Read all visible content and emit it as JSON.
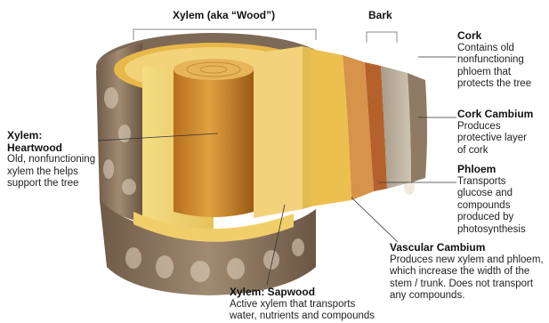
{
  "labels": {
    "xylem_wood": {
      "title": "Xylem (aka “Wood”)"
    },
    "bark": {
      "title": "Bark"
    },
    "cork": {
      "title": "Cork",
      "text": "Contains old\nnonfunctioning\nphloem that\nprotects the tree"
    },
    "cork_cambium": {
      "title": "Cork Cambium",
      "text": "Produces\nprotective layer\nof cork"
    },
    "phloem": {
      "title": "Phloem",
      "text": "Transports\nglucose and\ncompounds\nproduced by\nphotosynthesis"
    },
    "heartwood": {
      "title": "Xylem:\nHeartwood",
      "text": "Old, nonfunctioning\nxylem the helps\nsupport the tree"
    },
    "vascular_cambium": {
      "title": "Vascular Cambium",
      "text": "Produces new xylem and phloem,\nwhich increase the width of the\nstem / trunk.  Does not transport\nany compounds."
    },
    "sapwood": {
      "title": "Xylem: Sapwood",
      "text": "Active xylem that transports\nwater, nutrients and compounds"
    }
  },
  "colors": {
    "bark_outer": "#8a7560",
    "bark_light": "#c9b8a0",
    "cork": "#b9ad9a",
    "cork_cambium": "#b5652f",
    "phloem": "#d9a05a",
    "vascular_cambium": "#e7c24f",
    "sapwood": "#f1d36b",
    "heartwood": "#d28b2a",
    "heartwood_dark": "#a8651b"
  }
}
